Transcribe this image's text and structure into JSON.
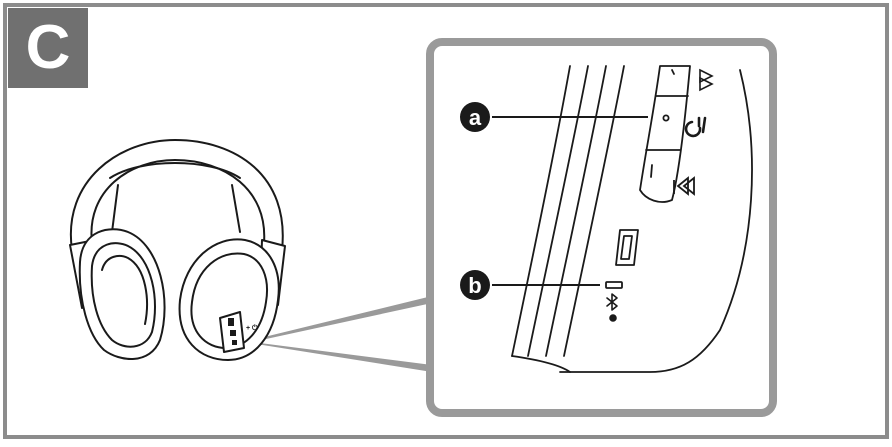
{
  "panel": {
    "letter": "C",
    "border_color": "#8c8c8c",
    "badge_color": "#707070"
  },
  "callouts": [
    {
      "id": "a",
      "label": "a"
    },
    {
      "id": "b",
      "label": "b"
    }
  ],
  "icons": {
    "headphones": "over-ear-headphones-icon",
    "power": "power-icon",
    "next_track": "next-track-icon",
    "previous_track": "previous-track-icon",
    "bluetooth": "bluetooth-icon",
    "usb_port": "usb-port-icon"
  }
}
